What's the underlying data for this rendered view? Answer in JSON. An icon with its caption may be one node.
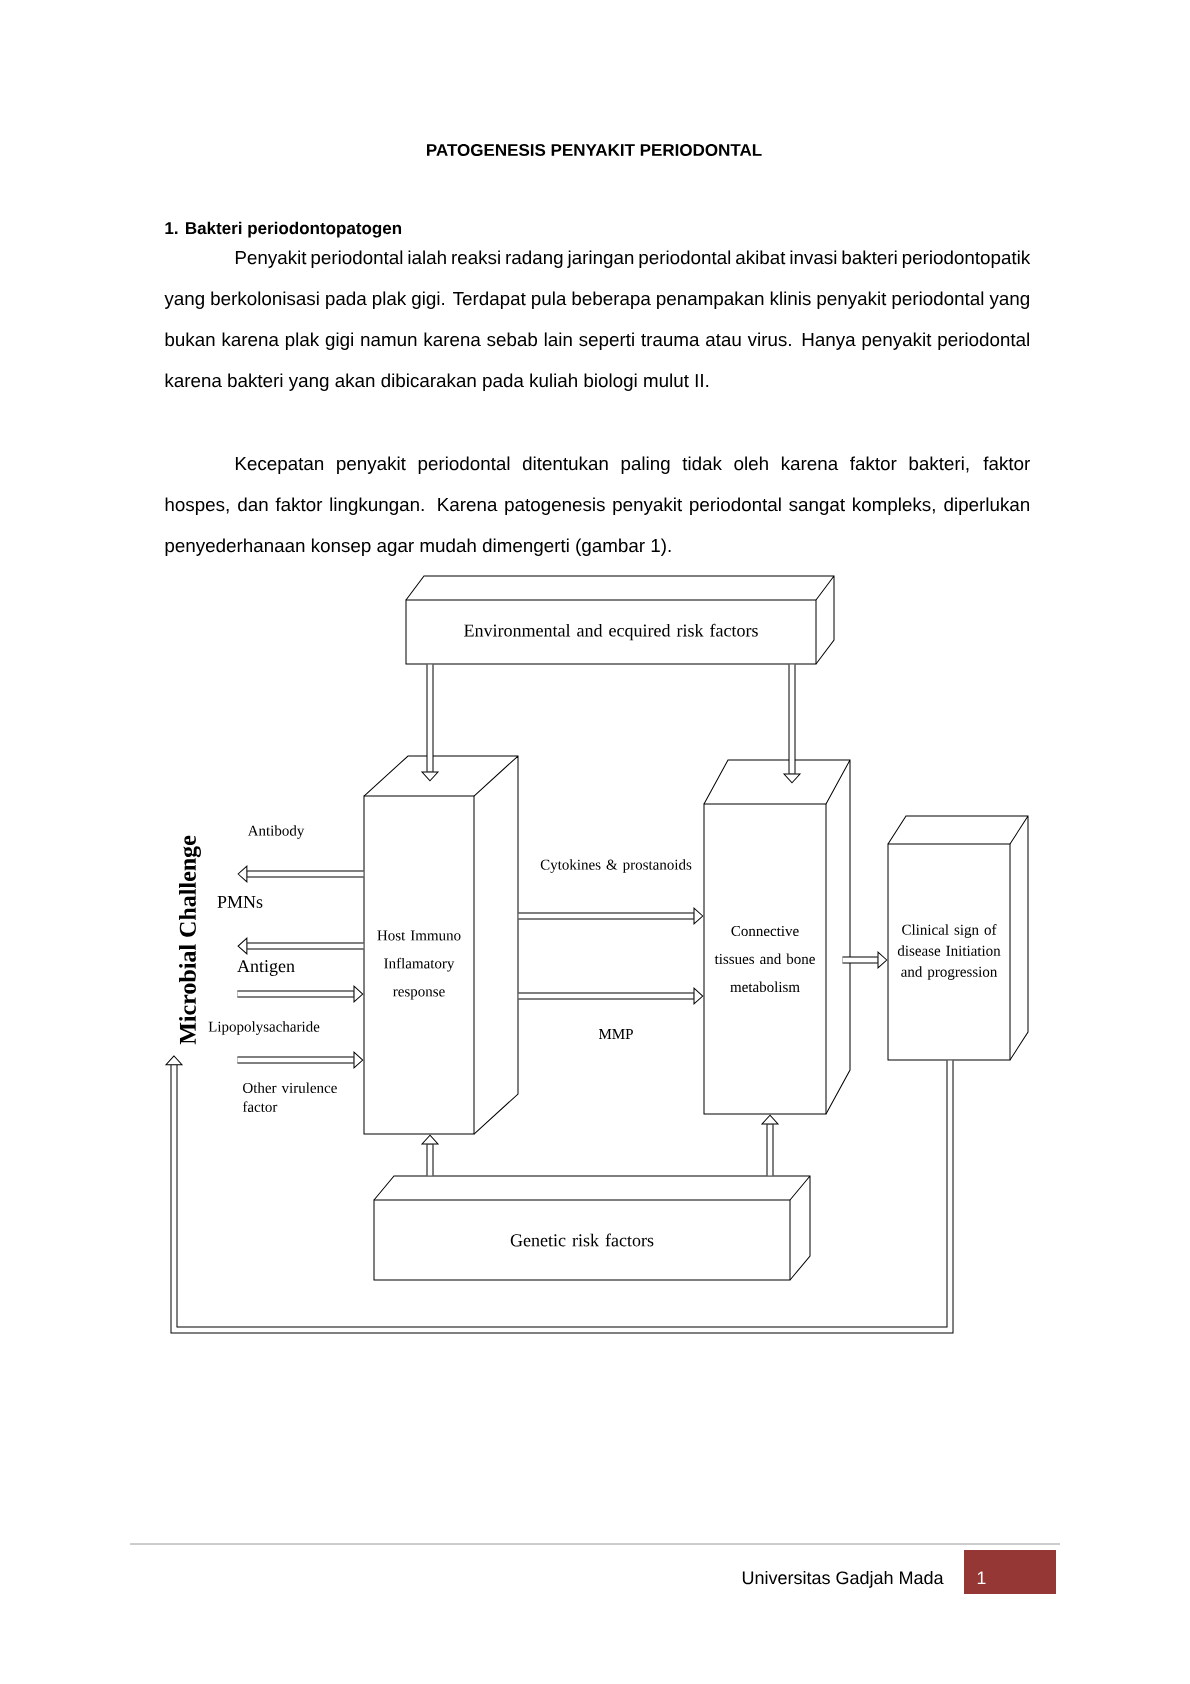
{
  "diagram": {
    "title": "PATOGENESIS PENYAKIT PERIODONTAL",
    "nodes": [
      {
        "text": [
          "Environmental and ecquired risk factors"
        ]
      },
      {
        "text": [
          "Host Immuno Inflamatory response"
        ]
      },
      {
        "text": [
          "Connective tissues and bone metabolism"
        ]
      },
      {
        "text": [
          "Clinical sign of disease Initiation and progression"
        ]
      },
      {
        "text": [
          "Genetic risk factors"
        ]
      },
      {
        "text": [
          "Microbial Challenge"
        ]
      }
    ],
    "edges": [
      {
        "from": 0,
        "to": 1,
        "arrow": "to"
      },
      {
        "from": 0,
        "to": 2,
        "arrow": "to"
      },
      {
        "from": 4,
        "to": 1,
        "arrow": "to"
      },
      {
        "from": 4,
        "to": 2,
        "arrow": "to"
      },
      {
        "from": 1,
        "to": 2,
        "arrow": "to",
        "label": "Cytokines & prostanoids"
      },
      {
        "from": 1,
        "to": 2,
        "arrow": "to",
        "label": "MMP"
      },
      {
        "from": 2,
        "to": 3,
        "arrow": "to"
      },
      {
        "from": 3,
        "to": 5,
        "arrow": "to"
      },
      {
        "from": 1,
        "to": 5,
        "arrow": "to",
        "label": "Antibody"
      },
      {
        "from": 1,
        "to": 5,
        "arrow": "to",
        "label": "PMNs"
      },
      {
        "from": 5,
        "to": 1,
        "arrow": "to",
        "label": "Antigen"
      },
      {
        "from": 5,
        "to": 1,
        "arrow": "to",
        "label": "Lipopolysacharide"
      }
    ],
    "labels": [
      "1. Bakteri periodontopatogen",
      "Penyakit periodontal ialah reaksi radang jaringan periodontal akibat invasi bakteri periodontopatik yang berkolonisasi pada plak gigi. Terdapat pula beberapa penampakan klinis penyakit periodontal yang bukan karena plak gigi namun karena sebab lain seperti trauma atau virus. Hanya penyakit periodontal karena bakteri yang akan dibicarakan pada kuliah biologi mulut II.",
      "Kecepatan penyakit periodontal ditentukan paling tidak oleh karena faktor bakteri, faktor hospes, dan faktor lingkungan. Karena patogenesis penyakit periodontal sangat kompleks, diperlukan penyederhanaan konsep agar mudah dimengerti (gambar 1).",
      "Other virulence factor",
      "Universitas Gadjah Mada",
      "1"
    ]
  }
}
